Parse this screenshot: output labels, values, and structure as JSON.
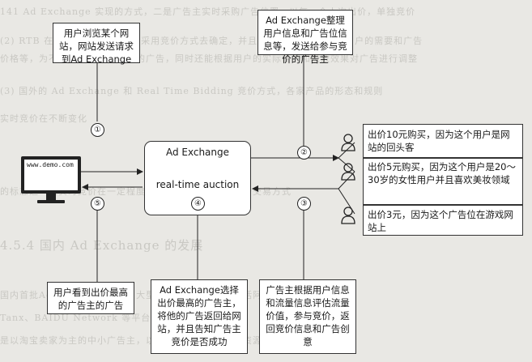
{
  "nodes": {
    "website": {
      "url": "www.demo.com"
    },
    "exchange": {
      "title": "Ad Exchange",
      "subtitle": "real-time auction"
    }
  },
  "steps": [
    {
      "num": "①",
      "text": "用户浏览某个网站，网站发送请求到Ad Exchange"
    },
    {
      "num": "②",
      "text": "Ad Exchange整理用户信息和广告位信息等，发送给参与竞价的广告主"
    },
    {
      "num": "③",
      "text": "广告主根据用户信息和流量信息评估流量价值，参与竞价，返回竞价信息和广告创意"
    },
    {
      "num": "④",
      "text": "Ad Exchange选择出价最高的广告主，将他的广告返回给网站，并且告知广告主竞价是否成功"
    },
    {
      "num": "⑤",
      "text": "用户看到出价最高的广告主的广告"
    }
  ],
  "bids": [
    "出价10元购买，因为这个用户是网站的回头客",
    "出价5元购买，因为这个用户是20～30岁的女性用户并且喜欢美妆领域",
    "出价3元，因为这个广告位在游戏网站上"
  ],
  "background_text": [
    "141 Ad Exchange 实现的方式，二是广告主实时采购广告位置，以每一个人次出价，单独竞价",
    "(2) RTB 在广告的每次曝光中，采用竞价方式去确定，并且广告主可以根据不同用户的需要和广告",
    "价格等，为不同的受众投放不同的广告，同时还能根据用户的实际情况和投放效果对广告进行调整",
    "(3) 国外的 Ad Exchange 和 Real Time Bidding 竞价方式，各家产品的形态和规则",
    "实时竞价在不断变化",
    "的标志之一是实时竞价在一定程度上改变了传统网络广告的交易方式",
    "4.5.4 国内 Ad Exchange 的发展",
    "国内首批Ad Exchange都是由大型互联网公司推出，包括阿里、百度、腾讯等",
    "Tanx、BAIDU Network 等平台，主要的广告主为……",
    "是以淘宝卖家为主的中小广告主，以及依靠大量长尾流量资源的站长联盟"
  ]
}
